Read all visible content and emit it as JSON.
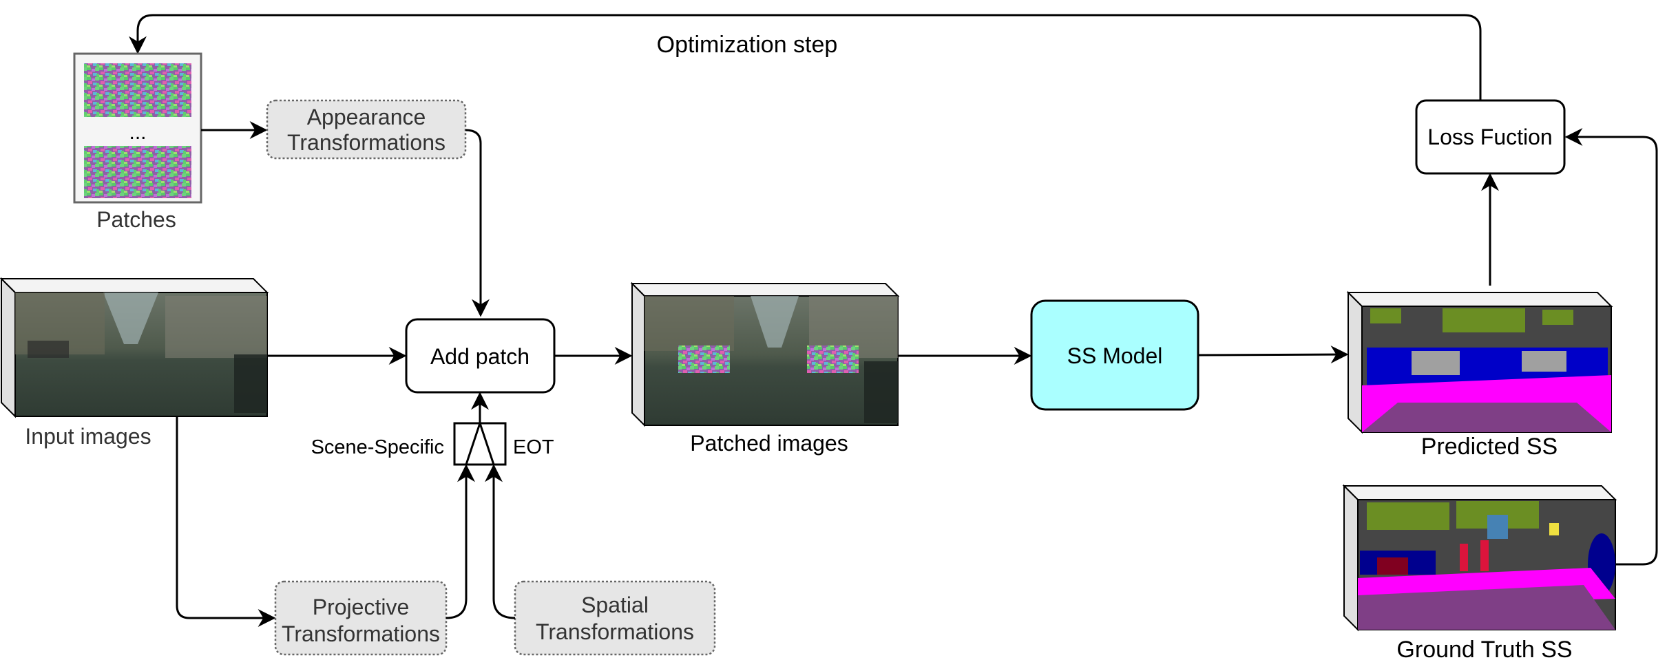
{
  "title": "Optimization step",
  "nodes": {
    "patches": "Patches",
    "ellipsis": "...",
    "appearance_1": "Appearance",
    "appearance_2": "Transformations",
    "input_images": "Input images",
    "add_patch": "Add patch",
    "scene_specific": "Scene-Specific",
    "eot": "EOT",
    "patched_images": "Patched images",
    "ss_model": "SS Model",
    "predicted_ss": "Predicted SS",
    "ground_truth_ss": "Ground Truth SS",
    "loss_function": "Loss Fuction",
    "projective_1": "Projective",
    "projective_2": "Transformations",
    "spatial_1": "Spatial",
    "spatial_2": "Transformations"
  },
  "colors": {
    "ss_model_fill": "#aaffff",
    "transform_fill": "#e6e6e6",
    "road": "#7f3f86",
    "sidewalk": "#ff00ff",
    "vegetation": "#6b8e23",
    "building": "#464646",
    "car": "#0000c8",
    "sky": "#4682b4",
    "person": "#dc143c"
  }
}
